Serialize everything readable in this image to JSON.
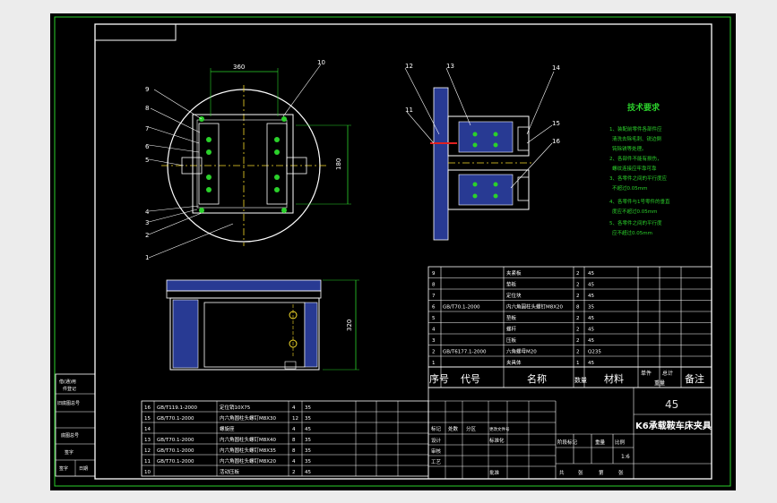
{
  "drawing": {
    "part_number": "45",
    "title": "K6承载鞍车床夹具",
    "scale": "1:6",
    "tech_requirements": {
      "heading": "技术要求",
      "lines": [
        "1、装配前零件各部件应",
        "清洗去除毛刺、锐边倒",
        "钝除锈等处理。",
        "2、各部件不能有损伤，",
        "螺纹连接应牢靠可靠",
        "3、各零件之间的平行度应",
        "不超过0.05mm",
        "4、各零件与1号零件的垂直",
        "度应不超过0.05mm",
        "5、各零件之间的平行度",
        "应不超过0.05mm"
      ]
    },
    "dim_top": "360",
    "dim_side": "180",
    "dim_front": "320",
    "callouts_left": [
      "9",
      "8",
      "7",
      "6",
      "5",
      "4",
      "3",
      "2",
      "1"
    ],
    "callouts_top": [
      "10"
    ],
    "callouts_right": [
      "12",
      "13",
      "14",
      "11",
      "15",
      "16"
    ],
    "bom_right": [
      {
        "no": "9",
        "code": "",
        "name": "夹紧板",
        "qty": "2",
        "mat": "45"
      },
      {
        "no": "8",
        "code": "",
        "name": "垫板",
        "qty": "2",
        "mat": "45"
      },
      {
        "no": "7",
        "code": "",
        "name": "定位块",
        "qty": "2",
        "mat": "45"
      },
      {
        "no": "6",
        "code": "GB/T70.1-2000",
        "name": "内六角圆柱头螺钉M8X20",
        "qty": "8",
        "mat": "35"
      },
      {
        "no": "5",
        "code": "",
        "name": "垫板",
        "qty": "2",
        "mat": "45"
      },
      {
        "no": "4",
        "code": "",
        "name": "螺杆",
        "qty": "2",
        "mat": "45"
      },
      {
        "no": "3",
        "code": "",
        "name": "压板",
        "qty": "2",
        "mat": "45"
      },
      {
        "no": "2",
        "code": "GB/T6177.1-2000",
        "name": "六角螺母M20",
        "qty": "2",
        "mat": "Q235"
      },
      {
        "no": "1",
        "code": "",
        "name": "夹具体",
        "qty": "1",
        "mat": "45"
      }
    ],
    "bom_right_header": {
      "no": "序号",
      "code": "代号",
      "name": "名称",
      "qty": "数量",
      "mat": "材料",
      "unit": "单件",
      "total": "总计",
      "weight": "重量",
      "note": "备注"
    },
    "bom_left": [
      {
        "no": "16",
        "code": "GB/T119.1-2000",
        "name": "定位销10X75",
        "qty": "4",
        "mat": "35"
      },
      {
        "no": "15",
        "code": "GB/T70.1-2000",
        "name": "内六角圆柱头螺钉M8X30",
        "qty": "12",
        "mat": "35"
      },
      {
        "no": "14",
        "code": "",
        "name": "螺旋座",
        "qty": "4",
        "mat": "45"
      },
      {
        "no": "13",
        "code": "GB/T70.1-2000",
        "name": "内六角圆柱头螺钉M8X40",
        "qty": "8",
        "mat": "35"
      },
      {
        "no": "12",
        "code": "GB/T70.1-2000",
        "name": "内六角圆柱头螺钉M8X35",
        "qty": "8",
        "mat": "35"
      },
      {
        "no": "11",
        "code": "GB/T70.1-2000",
        "name": "内六角圆柱头螺钉M8X20",
        "qty": "4",
        "mat": "35"
      },
      {
        "no": "10",
        "code": "",
        "name": "活动压板",
        "qty": "2",
        "mat": "45"
      }
    ],
    "title_block": {
      "rows_left": [
        "标记",
        "设计",
        "审核",
        "工艺"
      ],
      "col2": [
        "处数",
        "",
        "",
        ""
      ],
      "col3": [
        "分区",
        "标准化",
        "",
        ""
      ],
      "col4": [
        "更改文件号",
        "",
        "",
        ""
      ],
      "right_labels": [
        "阶段标记",
        "重量",
        "比例"
      ],
      "bottom": [
        "共",
        "张",
        "第",
        "张"
      ],
      "approve": "批准"
    },
    "side_block": [
      "借(通)用",
      "件登记",
      "旧底图总号",
      "底图总号",
      "签字",
      "日期"
    ]
  }
}
